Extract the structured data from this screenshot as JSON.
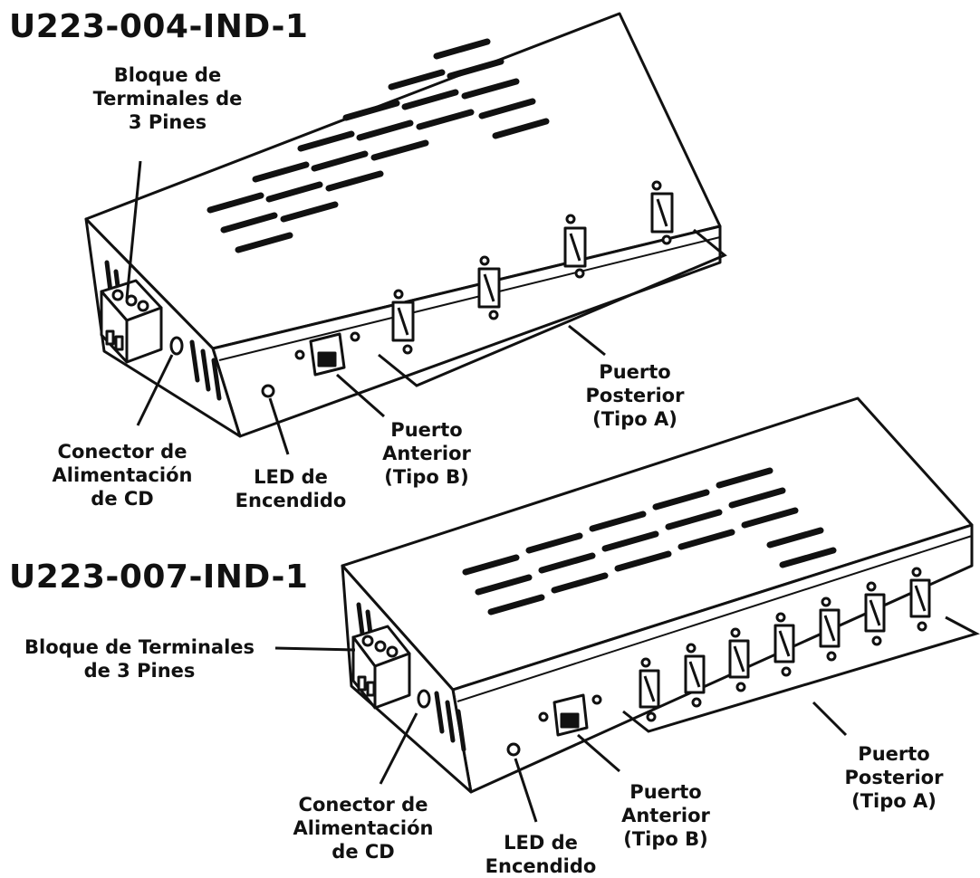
{
  "hub1": {
    "model": "U223-004-IND-1",
    "callouts": {
      "terminal_block": [
        "Bloque de",
        "Terminales de",
        "3 Pines"
      ],
      "dc_connector": [
        "Conector de",
        "Alimentación",
        "de CD"
      ],
      "power_led": [
        "LED de",
        "Encendido"
      ],
      "front_port": [
        "Puerto",
        "Anterior",
        "(Tipo B)"
      ],
      "rear_port": [
        "Puerto",
        "Posterior",
        "(Tipo A)"
      ]
    }
  },
  "hub2": {
    "model": "U223-007-IND-1",
    "callouts": {
      "terminal_block": [
        "Bloque de Terminales",
        "de 3 Pines"
      ],
      "dc_connector": [
        "Conector de",
        "Alimentación",
        "de CD"
      ],
      "power_led": [
        "LED de",
        "Encendido"
      ],
      "front_port": [
        "Puerto",
        "Anterior",
        "(Tipo B)"
      ],
      "rear_port": [
        "Puerto",
        "Posterior",
        "(Tipo A)"
      ]
    }
  },
  "colors": {
    "ink": "#111111",
    "paper": "#ffffff"
  }
}
